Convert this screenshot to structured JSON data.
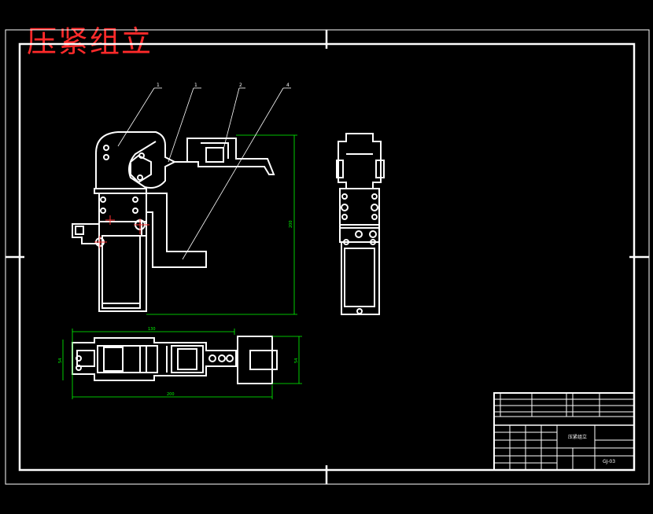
{
  "title": "压紧组立",
  "colors": {
    "background": "#000000",
    "line": "#ffffff",
    "title": "#ff2a2a",
    "dimension": "#00ff00",
    "center_mark": "#ff3333"
  },
  "callouts": [
    "1",
    "1",
    "2",
    "4"
  ],
  "dimensions": {
    "front_height": "200",
    "top_overall": "200",
    "top_inner": "130",
    "top_width_left": "54",
    "top_width_right": "54"
  },
  "title_block": {
    "drawing_name": "压紧组立",
    "drawing_no": "GJ-03"
  }
}
